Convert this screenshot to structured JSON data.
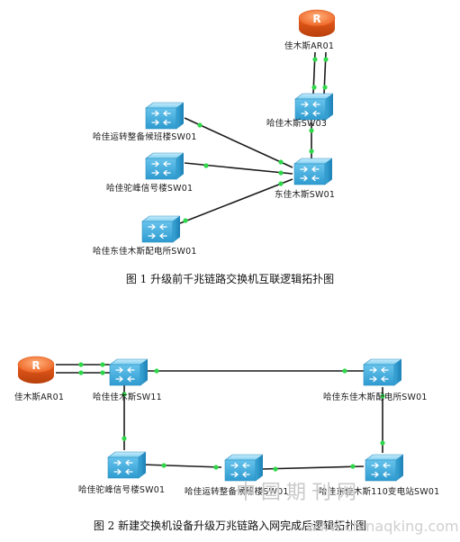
{
  "figure1": {
    "caption": "图 1 升级前千兆链路交换机互联逻辑拓扑图",
    "nodes": {
      "ar01": "佳木斯AR01",
      "sw03": "哈佳木斯SW03",
      "sw01": "东佳木斯SW01",
      "yunzhuan": "哈佳运转整备候班楼SW01",
      "tuofeng": "哈佳驼峰信号楼SW01",
      "peidian": "哈佳东佳木斯配电所SW01"
    }
  },
  "figure2": {
    "caption": "图 2 新建交换机设备升级万兆链路入网完成后逻辑拓扑图",
    "nodes": {
      "ar01": "佳木斯AR01",
      "sw11": "哈佳佳木斯SW11",
      "peidian": "哈佳东佳木斯配电所SW01",
      "tuofeng": "哈佳驼峰信号楼SW01",
      "yunzhuan": "哈佳运转整备候班楼SW01",
      "biandian": "哈佳东佳木斯110变电站SW01"
    }
  },
  "watermark": {
    "text": "中国期刊网",
    "url": "www.chinaqking.com"
  },
  "colors": {
    "router": "#ef6b2a",
    "switch": "#5fc0ea",
    "link": "#1a1a1a",
    "port": "#2fd84a"
  },
  "icons": [
    "router-icon",
    "switch-icon"
  ]
}
